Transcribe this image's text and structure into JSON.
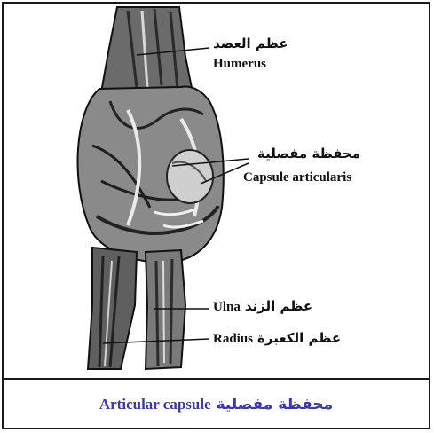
{
  "labels": {
    "humerus_ar": "عظم العضد",
    "humerus_en": "Humerus",
    "capsule_ar": "محفظة مفصلية",
    "capsule_en": "Capsule articularis",
    "ulna_ar": "عظم الزند",
    "ulna_en": "Ulna",
    "radius_ar": "عظم الكعبرة",
    "radius_en": "Radius"
  },
  "caption": {
    "en": "Articular capsule",
    "ar": "محفظة مفصلية"
  }
}
